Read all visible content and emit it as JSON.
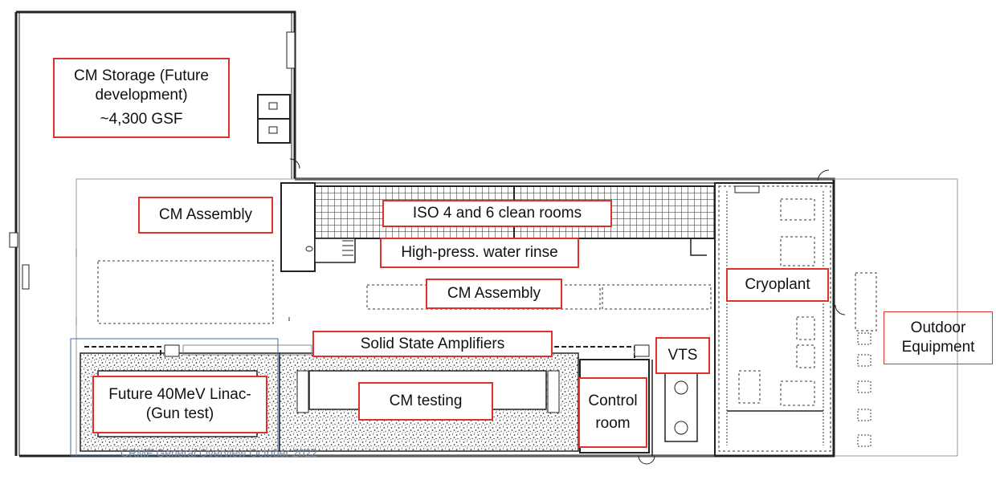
{
  "labels": {
    "cm_storage": {
      "line1": "CM Storage (Future",
      "line2": "development)",
      "line3": "~4,300 GSF"
    },
    "cm_assembly_upper": "CM Assembly",
    "iso_clean_rooms": "ISO 4 and 6 clean rooms",
    "hp_water_rinse": "High-press. water rinse",
    "cm_assembly_lower": "CM Assembly",
    "cryoplant": "Cryoplant",
    "solid_state_amplifiers": "Solid State Amplifiers",
    "vts": "VTS",
    "future_linac": {
      "line1": "Future 40MeV Linac-",
      "line2": "(Gun test)"
    },
    "cm_testing": "CM testing",
    "control_room": {
      "line1": "Control",
      "line2": "room"
    },
    "outdoor_equipment": {
      "line1": "Outdoor",
      "line2": "Equipment"
    }
  },
  "footer": "CRMF General Overview October 2022",
  "colors": {
    "label_border": "#e0302c",
    "wall": "#222222",
    "linac_outline": "#3b6ea5"
  }
}
